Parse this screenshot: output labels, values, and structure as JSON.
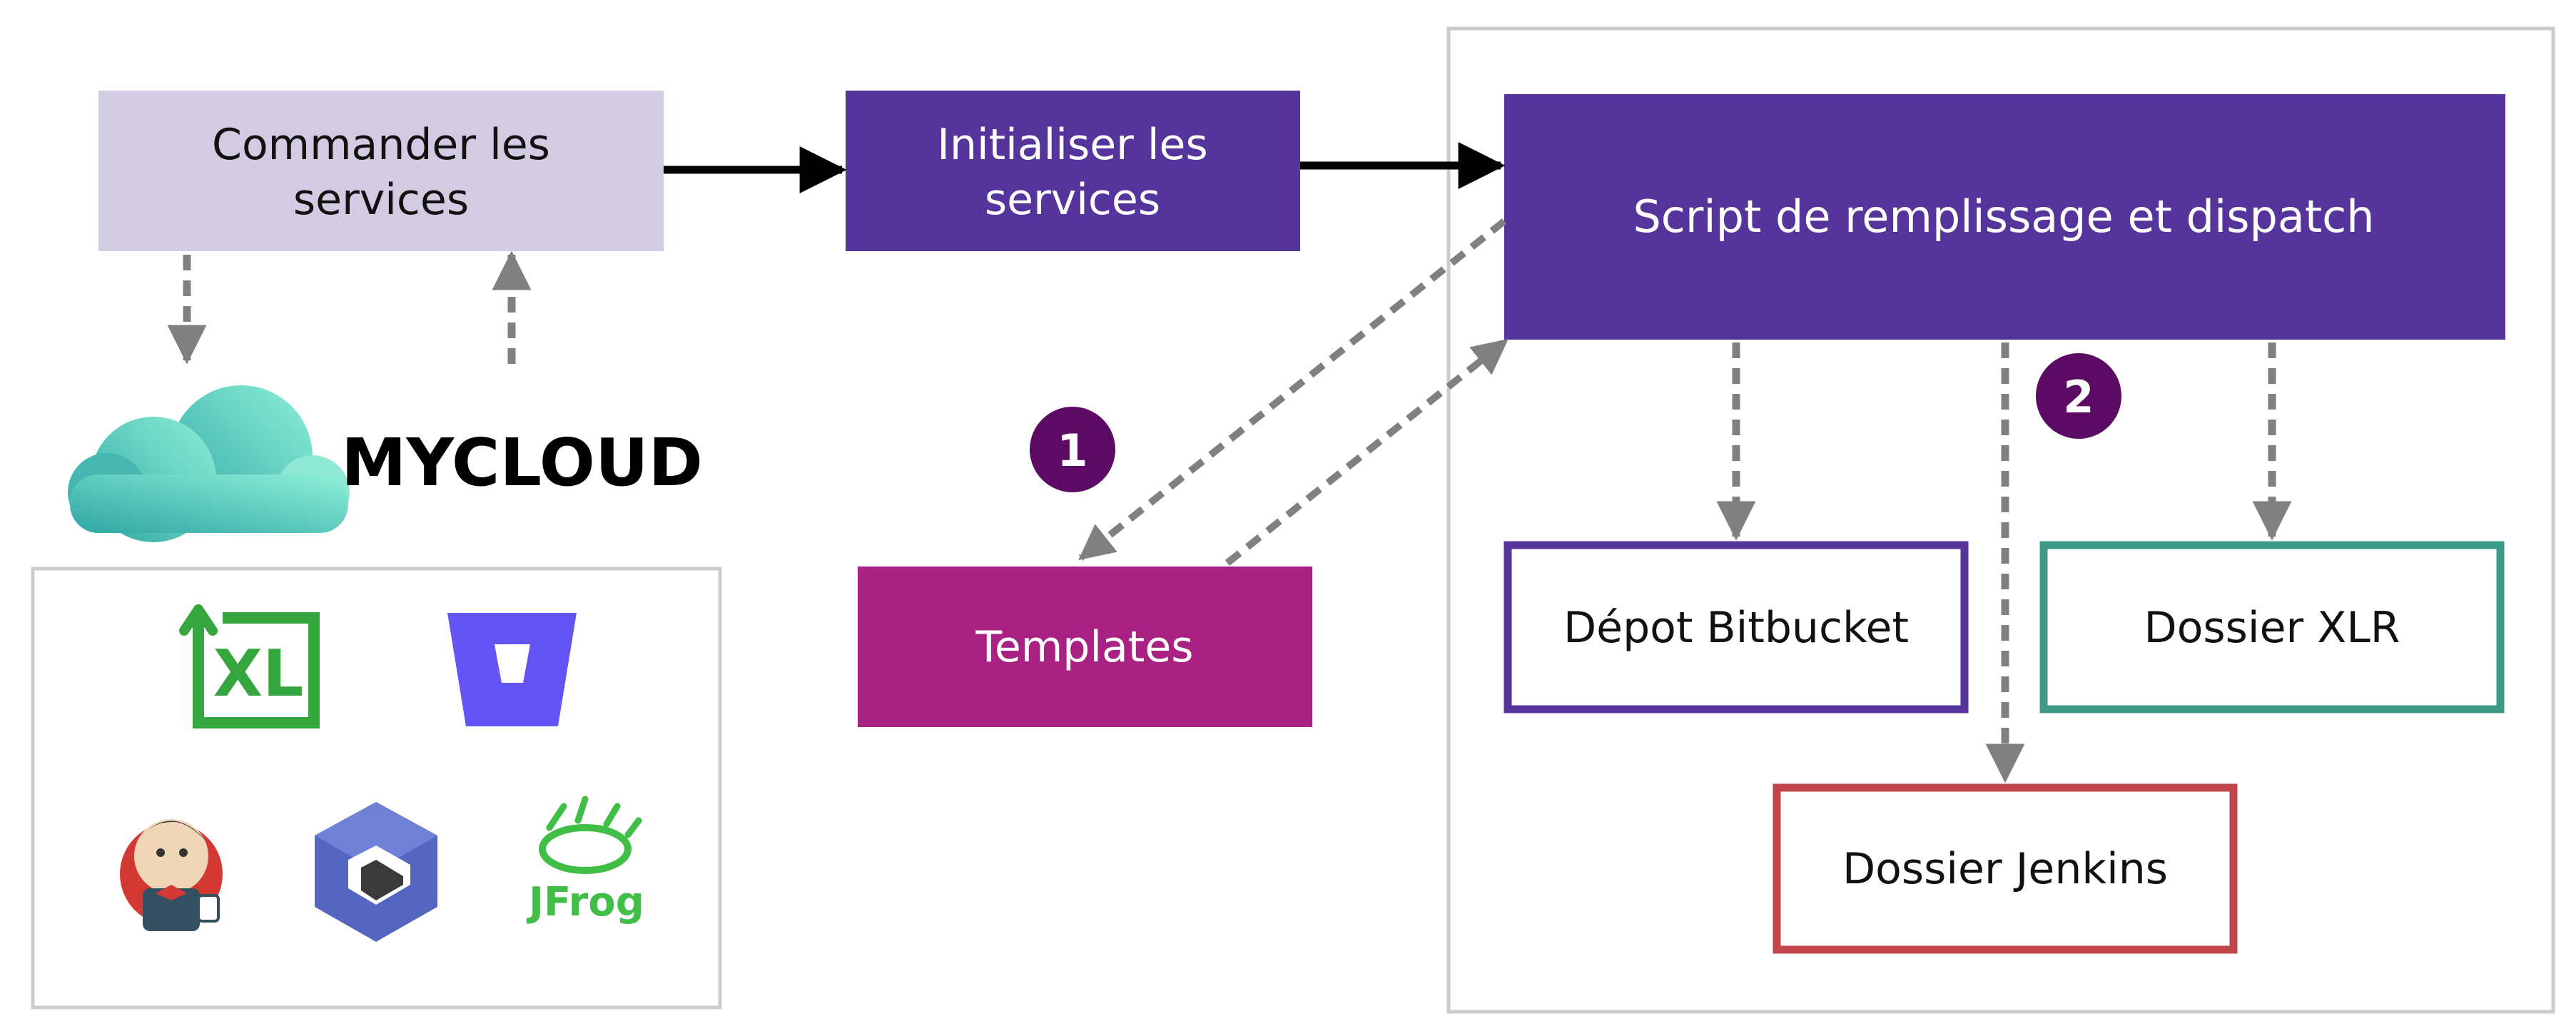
{
  "nodes": {
    "commander": {
      "line1": "Commander les",
      "line2": "services"
    },
    "initialiser": {
      "line1": "Initialiser les",
      "line2": "services"
    },
    "script": {
      "label": "Script de remplissage et dispatch"
    },
    "templates": {
      "label": "Templates"
    },
    "depot": {
      "label": "Dépot Bitbucket"
    },
    "xlr": {
      "label": "Dossier XLR"
    },
    "jenkins": {
      "label": "Dossier Jenkins"
    }
  },
  "mycloud": {
    "label": "MYCLOUD"
  },
  "steps": {
    "step1": "1",
    "step2": "2"
  },
  "tool_icons": {
    "xl_label": "XL",
    "jfrog_label": "JFrog",
    "items": [
      "xl-release-icon",
      "bitbucket-icon",
      "jenkins-icon",
      "codefresh-icon",
      "jfrog-icon"
    ]
  },
  "colors": {
    "commander_fill": "#d3cbe1",
    "purple": "#55349b",
    "templates": "#a92183",
    "depot_border": "#55349b",
    "xlr_border": "#3e9a88",
    "jenkins_border": "#c0464b",
    "step_badge": "#5b0b63",
    "dashed": "#808080",
    "panel_border": "#cccccc",
    "cloud": "#5dd1c2",
    "xl_green": "#34a63d",
    "bitbucket": "#6554f4",
    "jfrog_green": "#40be46",
    "codefresh": "#5466c0"
  }
}
